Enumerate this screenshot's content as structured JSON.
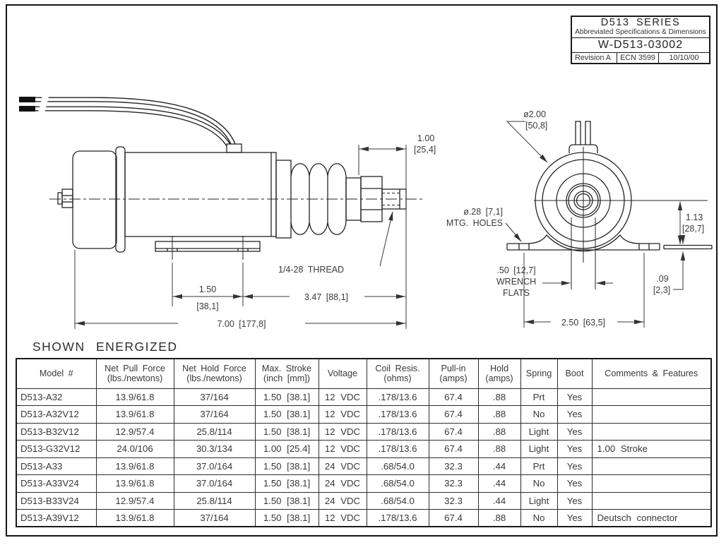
{
  "title_block": {
    "series": "D513 SERIES",
    "subtitle": "Abbreviated Specifications & Dimensions",
    "document_number": "W-D513-03002",
    "revision": "Revision A",
    "ecn": "ECN 3599",
    "date": "10/10/00"
  },
  "caption": "SHOWN ENERGIZED",
  "side_view": {
    "dim_shaft_extension": {
      "line1": "1.00",
      "line2": "[25,4]"
    },
    "thread_label": "1/4-28 THREAD",
    "dim_mount_hole_spacing": {
      "line1": "1.50",
      "line2": "[38,1]"
    },
    "dim_body_to_tip": "3.47 [88,1]",
    "dim_overall_length": "7.00 [177,8]"
  },
  "front_view": {
    "dim_body_diameter": {
      "line1": "ø2.00",
      "line2": "[50,8]"
    },
    "mtg_holes_label": {
      "line1": "ø.28 [7,1]",
      "line2": "MTG. HOLES"
    },
    "wrench_flats_label": {
      "line1": ".50 [12,7]",
      "line2": "WRENCH",
      "line3": "FLATS"
    },
    "dim_center_height": {
      "line1": "1.13",
      "line2": "[28,7]"
    },
    "dim_bracket_thickness": {
      "line1": ".09",
      "line2": "[2,3]"
    },
    "dim_bracket_hole_spacing": "2.50 [63,5]"
  },
  "spec_table": {
    "headers": [
      {
        "line1": "Model #",
        "line2": ""
      },
      {
        "line1": "Net Pull Force",
        "line2": "(lbs./newtons)"
      },
      {
        "line1": "Net Hold Force",
        "line2": "(lbs./newtons)"
      },
      {
        "line1": "Max. Stroke",
        "line2": "(inch [mm])"
      },
      {
        "line1": "Voltage",
        "line2": ""
      },
      {
        "line1": "Coil Resis.",
        "line2": "(ohms)"
      },
      {
        "line1": "Pull-in",
        "line2": "(amps)"
      },
      {
        "line1": "Hold",
        "line2": "(amps)"
      },
      {
        "line1": "Spring",
        "line2": ""
      },
      {
        "line1": "Boot",
        "line2": ""
      },
      {
        "line1": "Comments & Features",
        "line2": ""
      }
    ],
    "rows": [
      [
        "D513-A32",
        "13.9/61.8",
        "37/164",
        "1.50 [38.1]",
        "12 VDC",
        ".178/13.6",
        "67.4",
        ".88",
        "Prt",
        "Yes",
        ""
      ],
      [
        "D513-A32V12",
        "13.9/61.8",
        "37/164",
        "1.50 [38.1]",
        "12 VDC",
        ".178/13.6",
        "67.4",
        ".88",
        "No",
        "Yes",
        ""
      ],
      [
        "D513-B32V12",
        "12.9/57.4",
        "25.8/114",
        "1.50 [38.1]",
        "12 VDC",
        ".178/13.6",
        "67.4",
        ".88",
        "Light",
        "Yes",
        ""
      ],
      [
        "D513-G32V12",
        "24.0/106",
        "30.3/134",
        "1.00 [25.4]",
        "12 VDC",
        ".178/13.6",
        "67.4",
        ".88",
        "Light",
        "Yes",
        "1.00 Stroke"
      ],
      [
        "D513-A33",
        "13.9/61.8",
        "37.0/164",
        "1.50 [38.1]",
        "24 VDC",
        ".68/54.0",
        "32.3",
        ".44",
        "Prt",
        "Yes",
        ""
      ],
      [
        "D513-A33V24",
        "13.9/61.8",
        "37.0/164",
        "1.50 [38.1]",
        "24 VDC",
        ".68/54.0",
        "32.3",
        ".44",
        "No",
        "Yes",
        ""
      ],
      [
        "D513-B33V24",
        "12.9/57.4",
        "25.8/114",
        "1.50 [38.1]",
        "24 VDC",
        ".68/54.0",
        "32.3",
        ".44",
        "Light",
        "Yes",
        ""
      ],
      [
        "D513-A39V12",
        "13.9/61.8",
        "37/164",
        "1.50 [38.1]",
        "12 VDC",
        ".178/13.6",
        "67.4",
        ".88",
        "No",
        "Yes",
        "Deutsch connector"
      ]
    ]
  }
}
